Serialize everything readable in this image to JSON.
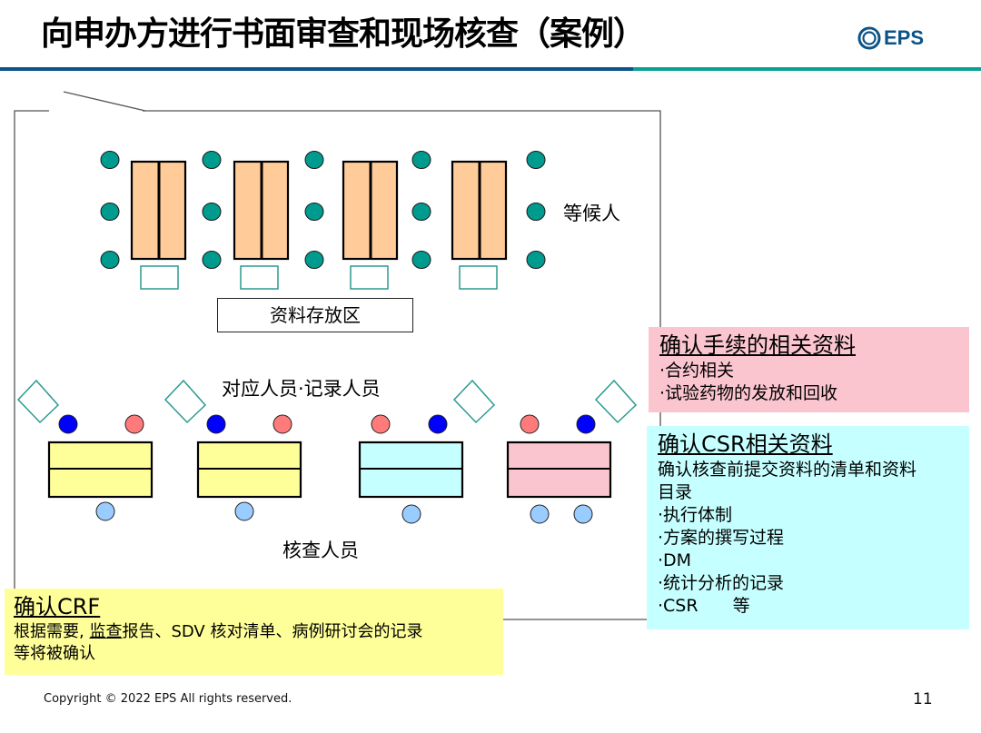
{
  "header": {
    "title": "向申办方进行书面审查和现场核查（案例）",
    "logo_text": "EPS",
    "logo_icon": "eps-ring-logo",
    "rule_colors": {
      "left": "#0b5388",
      "right": "#0aa096"
    }
  },
  "floor_plan": {
    "waiting_label": "等候人",
    "storage_label": "资料存放区",
    "staff_label": "对应人员·记录人员",
    "inspector_label": "核查人员",
    "colors": {
      "waiting_seat": "#009b8f",
      "waiting_table": "#ffcc99",
      "storage_slot": "#2a9a8e",
      "sponsor_staff": "#0000ff",
      "recorder": "#ff7b7b",
      "inspector": "#99ccff",
      "table_yellow": "#ffff99",
      "table_cyan": "#c6ffff",
      "table_pink": "#fbc5d0"
    }
  },
  "callouts": {
    "procedures": {
      "title": "确认手续的相关资料",
      "lines": [
        "·合约相关",
        "·试验药物的发放和回收"
      ],
      "color": "#fbc5d0"
    },
    "csr": {
      "title": "确认CSR相关资料",
      "lines": [
        "确认核查前提交资料的清单和资料",
        "目录",
        "·执行体制",
        "·方案的撰写过程",
        "·DM",
        "·统计分析的记录",
        "·CSR　　等"
      ],
      "color": "#c6ffff"
    },
    "crf": {
      "title": "确认CRF",
      "line1_prefix": "根据需要, ",
      "line1_underlined": "监查",
      "line1_rest": "报告、SDV 核对清单、病例研讨会的记录",
      "line2": "等将被确认",
      "color": "#ffff99"
    }
  },
  "footer": {
    "copyright": "Copyright © 2022 EPS All rights reserved.",
    "page_number": "11"
  }
}
